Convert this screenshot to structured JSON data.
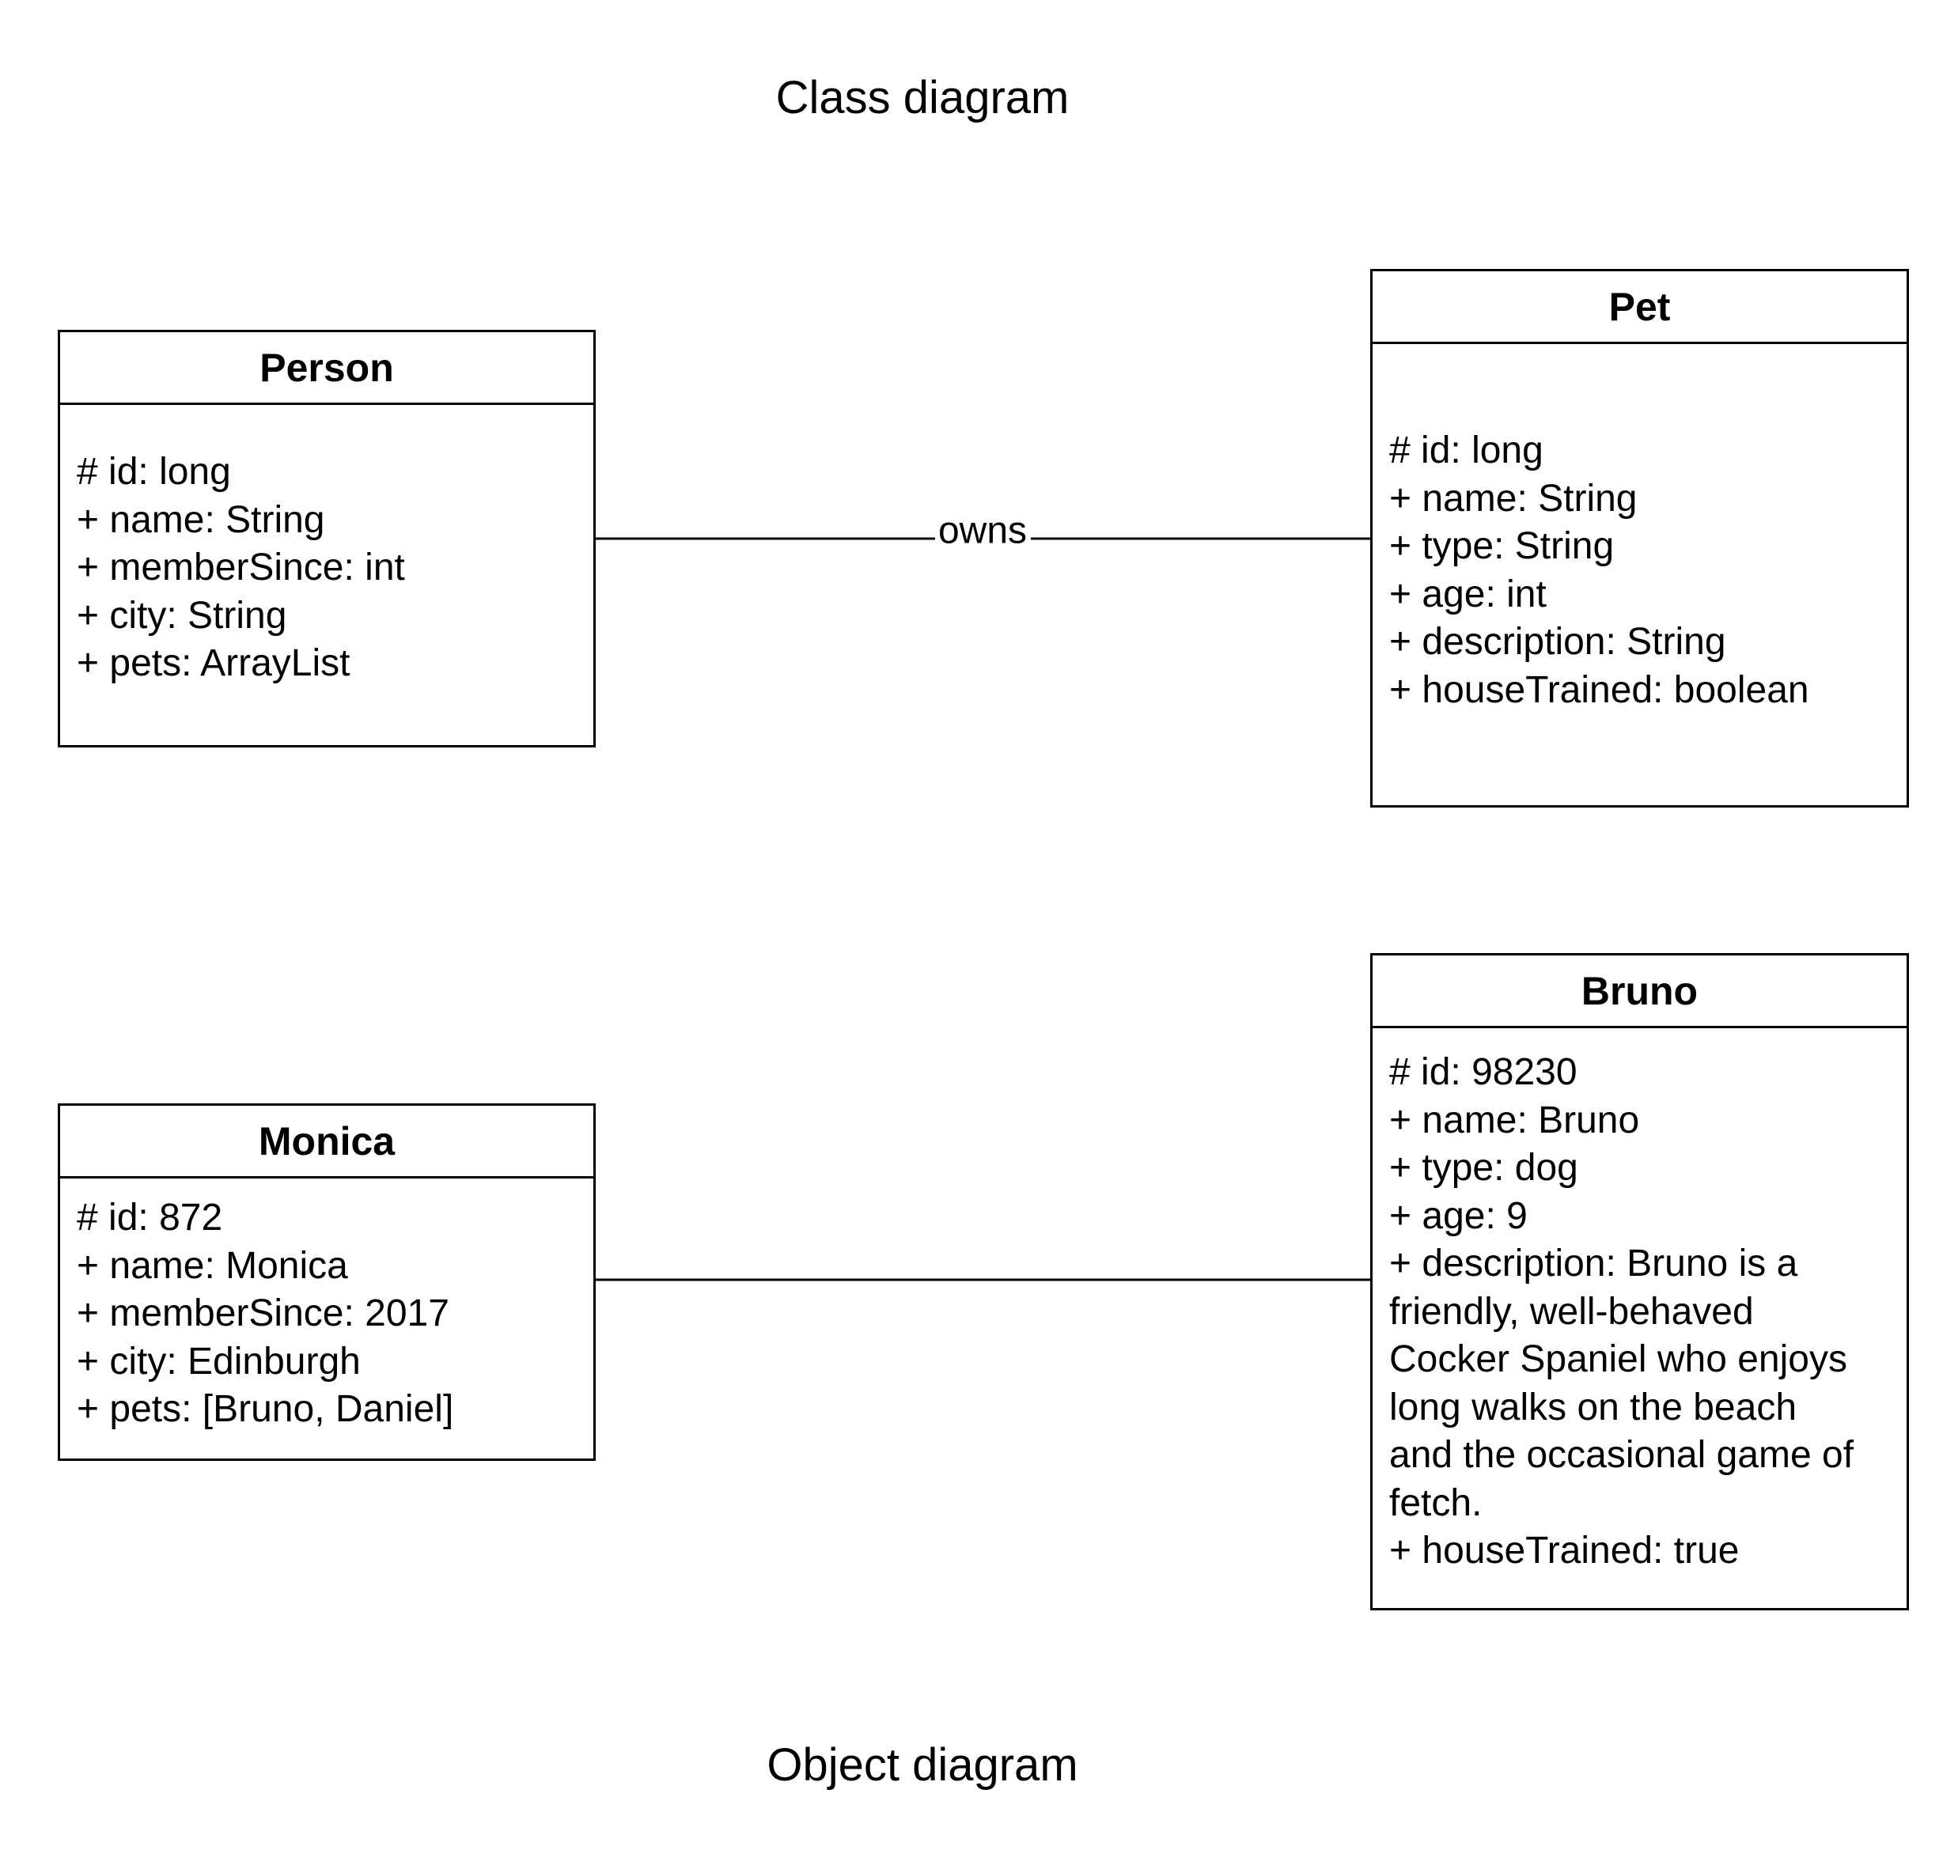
{
  "captions": {
    "class_diagram": "Class diagram",
    "object_diagram": "Object diagram"
  },
  "class_diagram": {
    "person": {
      "name": "Person",
      "attributes": [
        "# id: long",
        "+ name: String",
        "+ memberSince: int",
        "+ city: String",
        "+ pets: ArrayList"
      ]
    },
    "pet": {
      "name": "Pet",
      "attributes": [
        "# id: long",
        "+ name: String",
        "+ type: String",
        "+ age: int",
        "+ description: String",
        "+ houseTrained: boolean"
      ]
    },
    "association": {
      "label": "owns"
    }
  },
  "object_diagram": {
    "monica": {
      "name": "Monica",
      "attributes": [
        "# id: 872",
        "+ name: Monica",
        "+ memberSince: 2017",
        "+ city: Edinburgh",
        "+ pets: [Bruno, Daniel]"
      ]
    },
    "bruno": {
      "name": "Bruno",
      "attributes": [
        "# id: 98230",
        "+ name: Bruno",
        "+ type: dog",
        "+ age: 9",
        "+ description: Bruno is a",
        "friendly, well-behaved",
        "Cocker Spaniel who enjoys",
        "long walks on the beach",
        "and the occasional game of",
        "fetch.",
        "+ houseTrained: true"
      ]
    }
  }
}
